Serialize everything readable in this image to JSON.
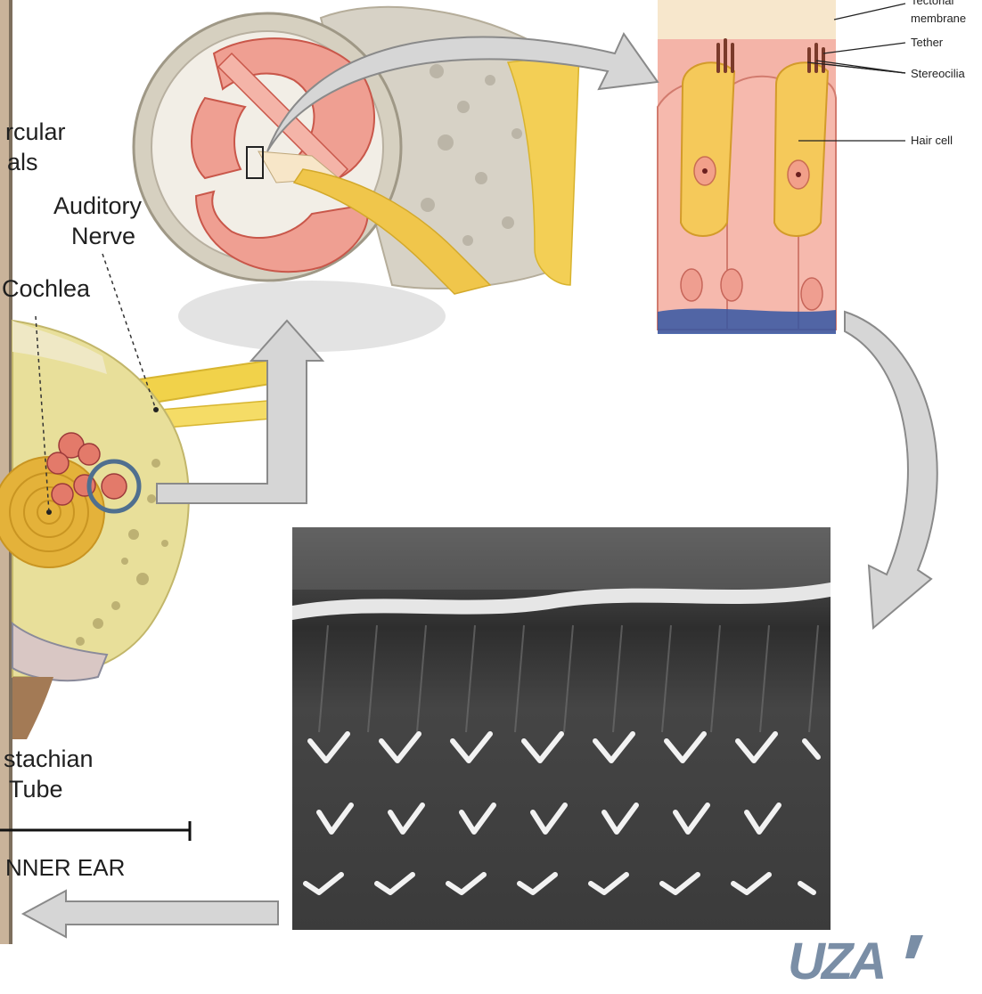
{
  "inner_ear_labels": {
    "semicircular_line1": "rcular",
    "semicircular_line2": "als",
    "auditory_nerve_line1": "Auditory",
    "auditory_nerve_line2": "Nerve",
    "cochlea": "Cochlea",
    "eustachian_line1": "stachian",
    "eustachian_line2": "Tube",
    "inner_ear": "NNER EAR"
  },
  "hair_cell_labels": {
    "tectorial_line1": "Tectorial",
    "tectorial_line2": "membrane",
    "tether": "Tether",
    "stereocilia": "Stereocilia",
    "hair_cell": "Hair cell"
  },
  "logo": {
    "text": "UZA",
    "color": "#7a8ea6"
  },
  "colors": {
    "arrow_fill": "#d4d4d4",
    "arrow_stroke": "#8a8a8a",
    "bone": "#e9e0bd",
    "cochlea": "#e7b53a",
    "hair_cell": "#f3c65c",
    "support_cell": "#f2a69a",
    "sem_bg": "#3a3a3a"
  }
}
